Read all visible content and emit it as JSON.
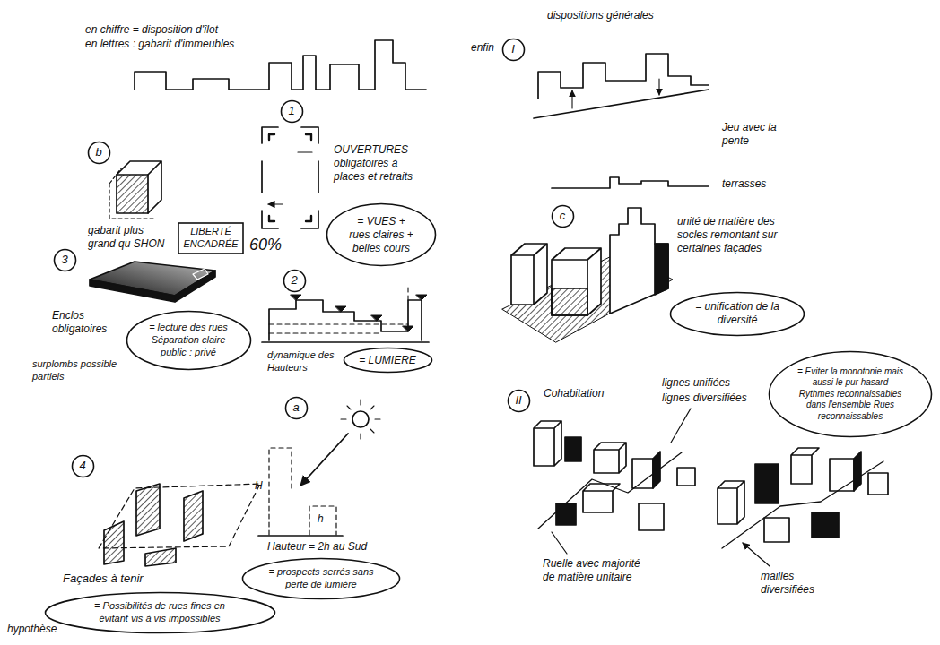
{
  "diagram": {
    "nodes": [
      {
        "text": [
          "1"
        ]
      },
      {
        "text": [
          "b"
        ]
      },
      {
        "text": [
          "= VUES + rues claires + belles cours"
        ]
      },
      {
        "text": [
          "LIBERTÉ ENCADRÉE"
        ]
      },
      {
        "text": [
          "3"
        ]
      },
      {
        "text": [
          "2"
        ]
      },
      {
        "text": [
          "= lecture des rues Séparation claire public : privé"
        ]
      },
      {
        "text": [
          "= LUMIERE"
        ]
      },
      {
        "text": [
          "4"
        ]
      },
      {
        "text": [
          "a"
        ]
      },
      {
        "text": [
          "= prospects serrés sans perte de lumière"
        ]
      },
      {
        "text": [
          "= Possibilités de rues fines en évitant vis à vis impossibles"
        ]
      },
      {
        "text": [
          "I"
        ]
      },
      {
        "text": [
          "c"
        ]
      },
      {
        "text": [
          "= unification de la diversité"
        ]
      },
      {
        "text": [
          "II"
        ]
      },
      {
        "text": [
          "= Eviter la monotonie mais aussi le pur hasard Rythmes reconnaissables dans l'ensemble Rues reconnaissables"
        ]
      }
    ],
    "labels": [
      "en chiffre = disposition d'îlot",
      "en lettres : gabarit d'immeubles",
      "OUVERTURES obligatoires à places et retraits",
      "gabarit plus grand qu SHON",
      "60%",
      "Enclos obligatoires",
      "surplombs possible partiels",
      "dynamique des Hauteurs",
      "H",
      "h",
      "Hauteur = 2h au Sud",
      "Façades à tenir",
      "hypothèse",
      "dispositions générales",
      "enfin",
      "Jeu avec la pente",
      "terrasses",
      "unité de matière des socles remontant sur certaines façades",
      "Cohabitation",
      "lignes unifiées",
      "lignes diversifiées",
      "Ruelle avec majorité de matière unitaire",
      "mailles diversifiées"
    ]
  }
}
